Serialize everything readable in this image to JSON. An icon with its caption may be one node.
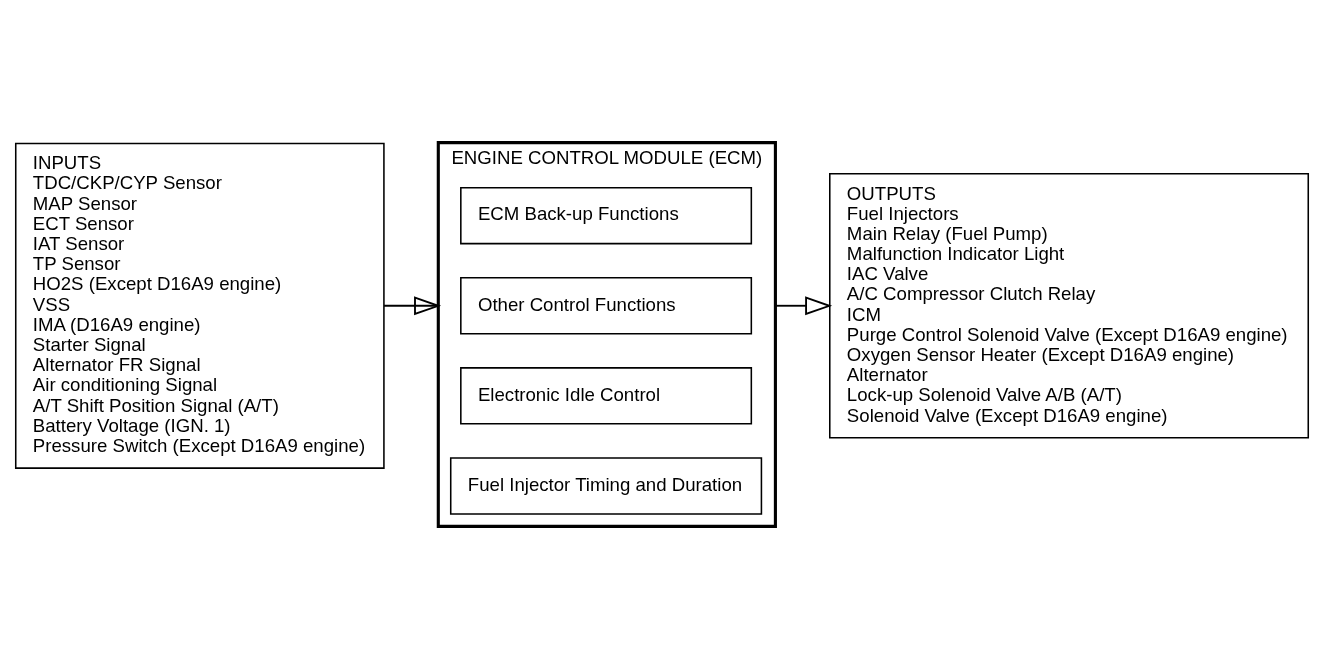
{
  "diagram": {
    "nodes": [
      {
        "text": [
          "INPUTS",
          "TDC/CKP/CYP Sensor",
          "MAP Sensor",
          "ECT Sensor",
          "IAT Sensor",
          "TP Sensor",
          "HO2S (Except D16A9 engine)",
          "VSS",
          "IMA (D16A9 engine)",
          "Starter Signal",
          "Alternator FR Signal",
          "Air conditioning Signal",
          "A/T Shift Position Signal (A/T)",
          "Battery Voltage (IGN. 1)",
          "Pressure Switch (Except D16A9 engine)"
        ]
      },
      {
        "text": [
          "ENGINE CONTROL MODULE (ECM)"
        ]
      },
      {
        "text": [
          "Fuel Injector Timing and Duration"
        ],
        "in": 1
      },
      {
        "text": [
          "Electronic Idle Control"
        ],
        "in": 1
      },
      {
        "text": [
          "Other Control Functions"
        ],
        "in": 1
      },
      {
        "text": [
          "ECM Back-up Functions"
        ],
        "in": 1
      },
      {
        "text": [
          "OUTPUTS",
          "Fuel Injectors",
          "Main Relay (Fuel Pump)",
          "Malfunction Indicator Light",
          "IAC Valve",
          "A/C Compressor Clutch Relay",
          "ICM",
          "Purge Control Solenoid Valve (Except D16A9 engine)",
          "Oxygen Sensor Heater (Except D16A9 engine)",
          "Alternator",
          "Lock-up Solenoid Valve A/B (A/T)",
          "Solenoid Valve (Except D16A9 engine)"
        ]
      }
    ],
    "edges": [
      {
        "from": 0,
        "to": 1,
        "arrow": "to"
      },
      {
        "from": 1,
        "to": 6,
        "arrow": "to"
      }
    ]
  }
}
